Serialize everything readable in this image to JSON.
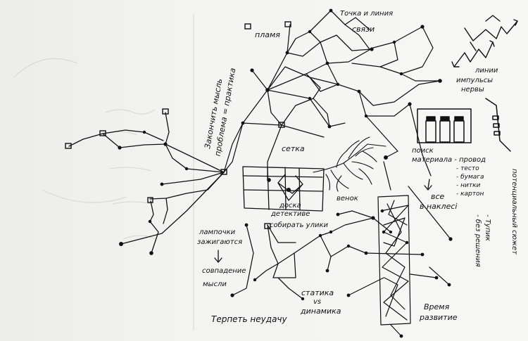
{
  "labels": {
    "plamya": "пламя",
    "tochka_i_liniya": "Точка и линия",
    "svyazi": "связи",
    "linii_line": "линии",
    "impulsy_line": "импульсы",
    "nervy_line": "нервы",
    "zakonchit_line1": "Закончить мысль",
    "zakonchit_line2": "проблема = практика",
    "setka": "сетка",
    "venok": "венок",
    "poisk_line1": "поиск",
    "poisk_line2": "материала - провод",
    "material_1": "- тесто",
    "material_2": "- бумага",
    "material_3": "- нитки",
    "material_4": "- картон",
    "vse_line1": "все",
    "vse_line2": "в наклесі",
    "doska_line1": "доска",
    "doska_line2": "детективе",
    "doska_line3": "собирать улики",
    "lampochki_line1": "лампочки",
    "lampochki_line2": "зажигаются",
    "sovpadenie": "совпадение",
    "mysli": "мысли",
    "statika_line1": "статика",
    "statika_vs": "vs",
    "statika_line2": "динамика",
    "terpet": "Терпеть неудачу",
    "vremya_line1": "Время",
    "vremya_line2": "развитие",
    "tupik_line1": "- Тупик",
    "tupik_line2": "- без решения",
    "potencialny": "потенциальный сюжет"
  }
}
